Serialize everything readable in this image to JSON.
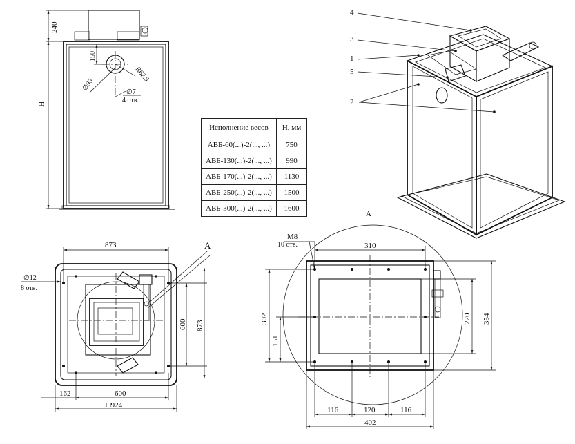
{
  "front_view": {
    "dim_240": "240",
    "dim_H": "H",
    "dim_150": "150",
    "dim_r62": "R62,5",
    "dim_d95": "∅95",
    "dim_d7": "∅7",
    "dim_4holes": "4 отв."
  },
  "table": {
    "headers": [
      "Исполнение  весов",
      "H, мм"
    ],
    "rows": [
      [
        "АВБ-60(...)-2(..., ...)",
        "750"
      ],
      [
        "АВБ-130(...)-2(..., ...)",
        "990"
      ],
      [
        "АВБ-170(...)-2(..., ...)",
        "1130"
      ],
      [
        "АВБ-250(...)-2(..., ...)",
        "1500"
      ],
      [
        "АВБ-300(...)-2(..., ...)",
        "1600"
      ]
    ]
  },
  "iso_view": {
    "callouts": [
      "4",
      "3",
      "1",
      "5",
      "2"
    ],
    "view_label": "А"
  },
  "plan_view": {
    "dim_873_top": "873",
    "dim_873_right": "873",
    "dim_600_right": "600",
    "dim_600_bottom": "600",
    "dim_162": "162",
    "dim_924": "□924",
    "dim_d12": "∅12",
    "dim_8holes": "8 отв.",
    "view_marker": "А"
  },
  "detail_view": {
    "dim_m8": "М8",
    "dim_10holes": "10 отв.",
    "dim_310": "310",
    "dim_302": "302",
    "dim_151": "151",
    "dim_220": "220",
    "dim_354": "354",
    "dim_116_left": "116",
    "dim_120": "120",
    "dim_116_right": "116",
    "dim_402": "402"
  }
}
